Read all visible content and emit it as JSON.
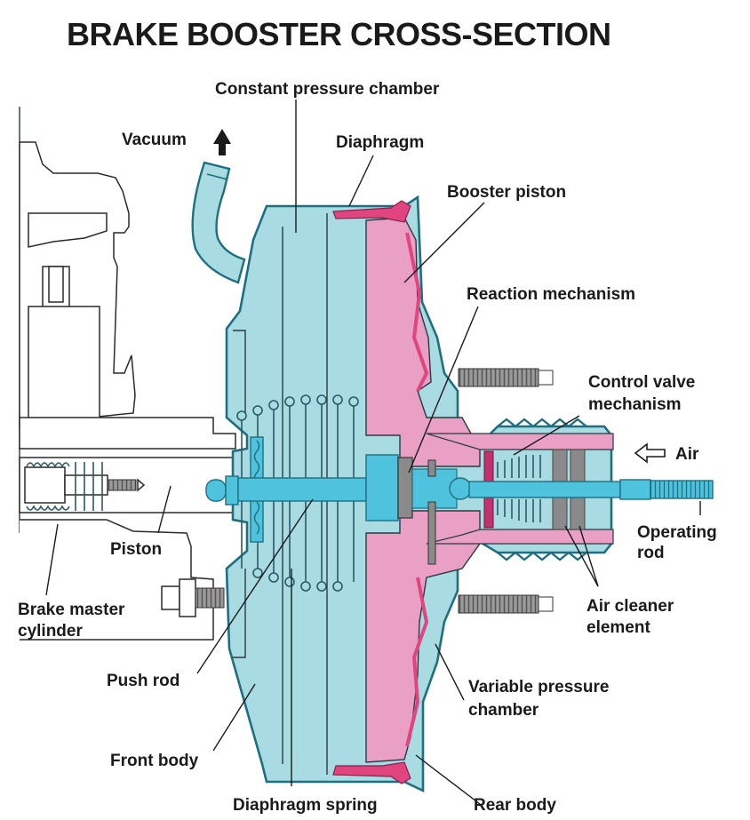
{
  "title": "BRAKE BOOSTER CROSS-SECTION",
  "colors": {
    "housing": "#a9dbe3",
    "rod": "#4fc3de",
    "piston": "#e9a0c4",
    "diaphragm": "#e0457f",
    "outline": "#1f6f80",
    "filter": "#8a8a8a"
  },
  "labels": {
    "constant_pressure_chamber": "Constant pressure chamber",
    "vacuum": "Vacuum",
    "diaphragm": "Diaphragm",
    "booster_piston": "Booster piston",
    "reaction_mechanism": "Reaction mechanism",
    "control_valve_1": "Control valve",
    "control_valve_2": "mechanism",
    "air": "Air",
    "operating_rod_1": "Operating",
    "operating_rod_2": "rod",
    "air_cleaner_1": "Air cleaner",
    "air_cleaner_2": "element",
    "piston": "Piston",
    "brake_master_1": "Brake master",
    "brake_master_2": "cylinder",
    "push_rod": "Push rod",
    "variable_pressure_1": "Variable pressure",
    "variable_pressure_2": "chamber",
    "front_body": "Front body",
    "diaphragm_spring": "Diaphragm spring",
    "rear_body": "Rear body"
  },
  "arrows": {
    "vacuum_direction": "up",
    "air_direction": "left"
  }
}
